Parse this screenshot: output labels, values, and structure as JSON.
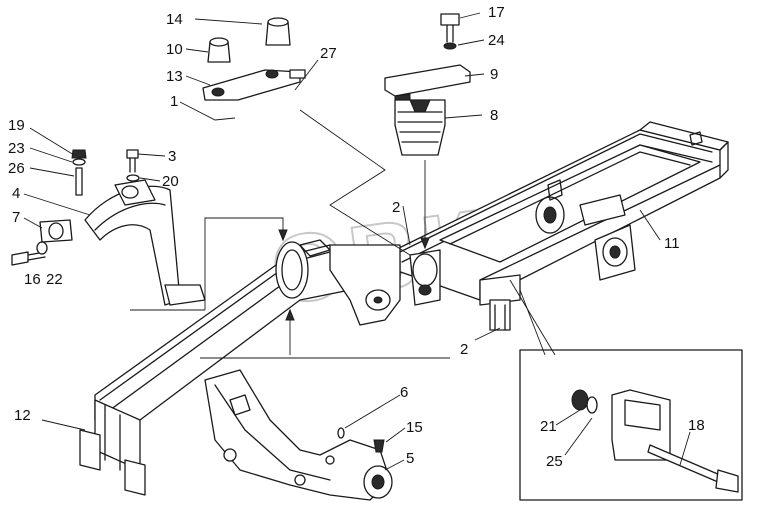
{
  "watermark": "ОВК",
  "callouts": [
    {
      "id": "c14",
      "text": "14"
    },
    {
      "id": "c10",
      "text": "10"
    },
    {
      "id": "c13",
      "text": "13"
    },
    {
      "id": "c1",
      "text": "1"
    },
    {
      "id": "c27",
      "text": "27"
    },
    {
      "id": "c17",
      "text": "17"
    },
    {
      "id": "c24",
      "text": "24"
    },
    {
      "id": "c9",
      "text": "9"
    },
    {
      "id": "c8",
      "text": "8"
    },
    {
      "id": "c19",
      "text": "19"
    },
    {
      "id": "c23",
      "text": "23"
    },
    {
      "id": "c26",
      "text": "26"
    },
    {
      "id": "c4",
      "text": "4"
    },
    {
      "id": "c7",
      "text": "7"
    },
    {
      "id": "c16",
      "text": "16"
    },
    {
      "id": "c22",
      "text": "22"
    },
    {
      "id": "c3",
      "text": "3"
    },
    {
      "id": "c20",
      "text": "20"
    },
    {
      "id": "c2a",
      "text": "2"
    },
    {
      "id": "c11",
      "text": "11"
    },
    {
      "id": "c2b",
      "text": "2"
    },
    {
      "id": "c12",
      "text": "12"
    },
    {
      "id": "c6",
      "text": "6"
    },
    {
      "id": "c15",
      "text": "15"
    },
    {
      "id": "c5",
      "text": "5"
    },
    {
      "id": "c21",
      "text": "21"
    },
    {
      "id": "c25",
      "text": "25"
    },
    {
      "id": "c18",
      "text": "18"
    }
  ]
}
